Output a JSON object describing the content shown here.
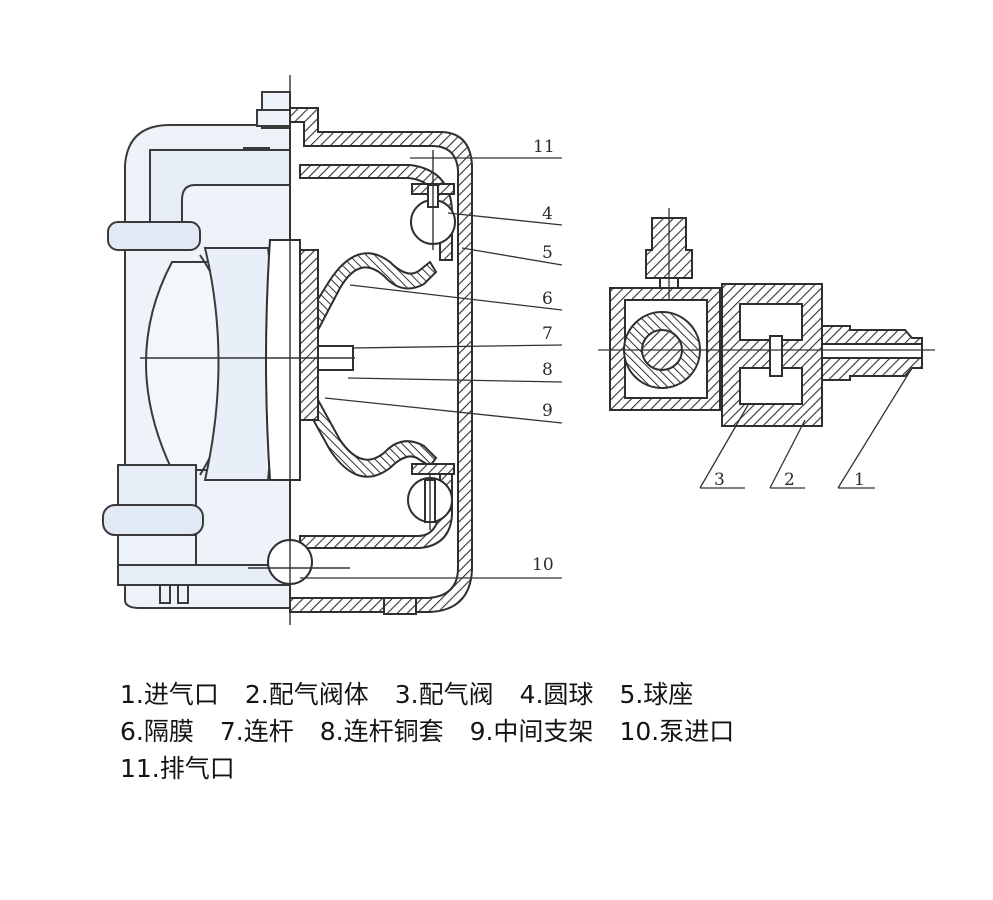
{
  "diagram": {
    "callouts": {
      "n1": "1",
      "n2": "2",
      "n3": "3",
      "n4": "4",
      "n5": "5",
      "n6": "6",
      "n7": "7",
      "n8": "8",
      "n9": "9",
      "n10": "10",
      "n11": "11"
    }
  },
  "legend": {
    "rows": [
      [
        "1.进气口",
        "2.配气阀体",
        "3.配气阀",
        "4.圆球",
        "5.球座"
      ],
      [
        "6.隔膜",
        "7.连杆",
        "8.连杆铜套",
        "9.中间支架",
        "10.泵进口"
      ],
      [
        "11.排气口"
      ]
    ]
  }
}
